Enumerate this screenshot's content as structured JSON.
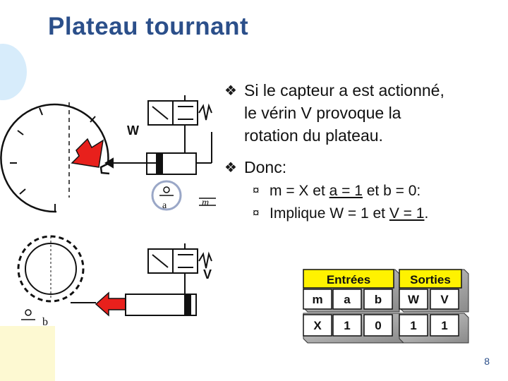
{
  "slide": {
    "title": "Plateau tournant",
    "page_number": "8"
  },
  "bullets": {
    "b1_lines": [
      "Si le capteur a est actionné,",
      "le vérin V provoque la",
      "rotation du plateau."
    ],
    "b2": "Donc:",
    "sub1": {
      "pre": "m = X et ",
      "u": "a = 1",
      "post": " et b = 0:"
    },
    "sub2": {
      "pre": "Implique W = 1 et ",
      "u": "V = 1",
      "post": "."
    }
  },
  "diagram": {
    "label_W": "W",
    "label_V": "V",
    "label_m": "m",
    "label_a": "a",
    "label_b": "b"
  },
  "truth_table": {
    "inputs_header": "Entrées",
    "outputs_header": "Sorties",
    "columns": [
      "m",
      "a",
      "b",
      "W",
      "V"
    ],
    "row": [
      "X",
      "1",
      "0",
      "1",
      "1"
    ]
  },
  "colors": {
    "title": "#2b4f8a",
    "arrow": "#e8201c",
    "table_header": "#fff200"
  }
}
